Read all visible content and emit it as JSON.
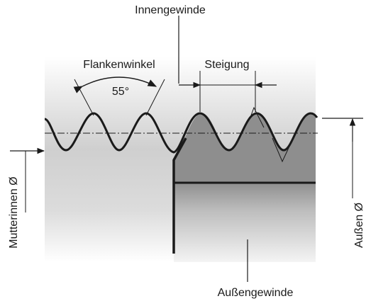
{
  "labels": {
    "innengewinde": "Innengewinde",
    "flankenwinkel": "Flankenwinkel",
    "angle": "55°",
    "steigung": "Steigung",
    "mutterinnen": "Mutterinnen Ø",
    "aussen": "Außen Ø",
    "aussengewinde": "Außengewinde"
  },
  "colors": {
    "line": "#1a1a1a",
    "nut_gray_top": "#c4c4c4",
    "bolt_dark": "#8c8c8c",
    "bolt_light_bottom": "#f2f2f2"
  }
}
